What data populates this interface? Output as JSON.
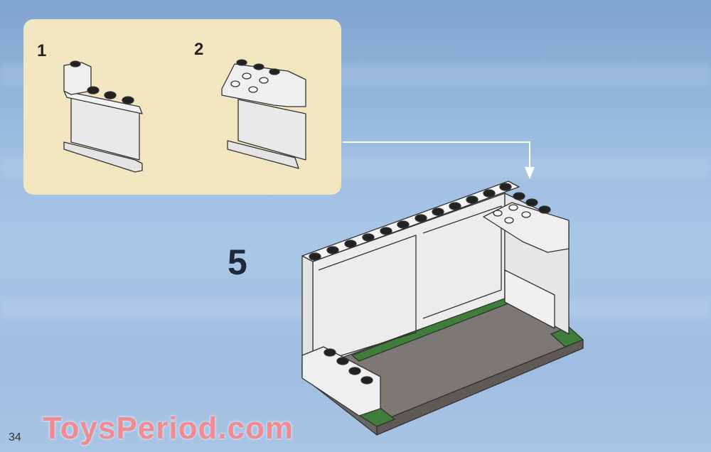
{
  "sub_steps": [
    {
      "label": "1"
    },
    {
      "label": "2"
    }
  ],
  "main_step": {
    "label": "5"
  },
  "page_number": "34",
  "watermark": "ToysPeriod.com",
  "colors": {
    "background": "#9bbce0",
    "callout_panel": "#f2e6c0",
    "brick_white": "#eeeeee",
    "baseplate_gray": "#7d7873",
    "baseplate_green": "#3f7d3a",
    "stud_black": "#222222"
  }
}
